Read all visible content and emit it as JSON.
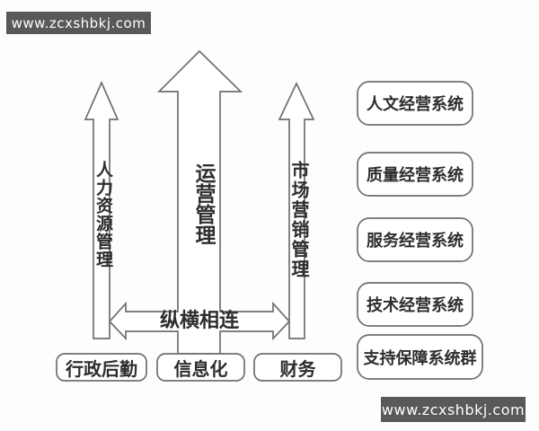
{
  "page": {
    "background_color": "#fdfdfd",
    "stroke_color": "#6f6f6f",
    "text_color": "#2e2e2e"
  },
  "watermarks": {
    "top_left": "www.zcxshbkj.com",
    "bottom_right": "www.zcxshbkj.com",
    "bg_color": "#595959",
    "text_color": "#ffffff"
  },
  "diagram": {
    "vertical_arrows": {
      "left": {
        "label": "人力资源管理"
      },
      "center": {
        "label": "运营管理"
      },
      "right": {
        "label": "市场营销管理"
      }
    },
    "horizontal_arrow": {
      "label": "纵横相连"
    },
    "bottom_boxes": [
      {
        "label": "行政后勤"
      },
      {
        "label": "信息化"
      },
      {
        "label": "财务"
      }
    ],
    "right_boxes": [
      {
        "label": "人文经营系统"
      },
      {
        "label": "质量经营系统"
      },
      {
        "label": "服务经营系统"
      },
      {
        "label": "技术经营系统"
      },
      {
        "label": "支持保障系统群"
      }
    ]
  }
}
